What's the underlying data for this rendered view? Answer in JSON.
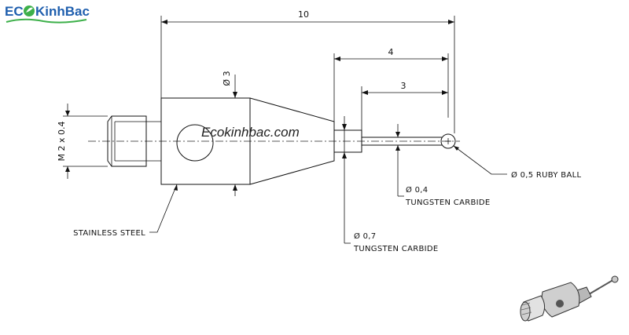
{
  "logo": {
    "prefix": "EC",
    "brand": "KinhBac",
    "colors": {
      "prefix": "#1f5fae",
      "leaf": "#3db04a",
      "brand": "#1f5fae",
      "wave": "#3db04a"
    }
  },
  "watermark": "Ecokinhbac.com",
  "dimensions": {
    "overall_length": "10",
    "length_4": "4",
    "length_3": "3",
    "body_diameter": "Ø 3",
    "thread": "M 2 x 0.4"
  },
  "labels": {
    "ruby_ball": "Ø 0,5 RUBY BALL",
    "stem_diameter": "Ø 0,4",
    "stem_material": "TUNGSTEN CARBIDE",
    "shank_diameter": "Ø 0,7",
    "shank_material": "TUNGSTEN CARBIDE",
    "body_material": "STAINLESS STEEL"
  },
  "thumbnail_icon": "stylus-3d-render-icon"
}
